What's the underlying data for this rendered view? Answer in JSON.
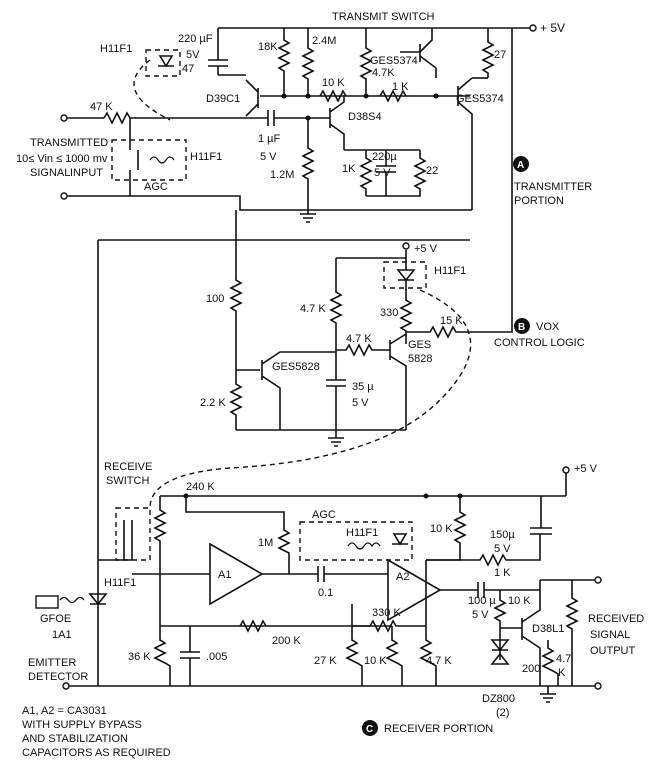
{
  "labels": {
    "transmit_switch": "TRANSMIT SWITCH",
    "supply_top": "+ 5V",
    "h11f1_a": "H11F1",
    "c220uf": "220 µF",
    "c220uf_v": "5V",
    "r47a": "47",
    "r18k": "18K",
    "r24m": "2.4M",
    "q_ges5374_a": "GES5374",
    "r4_7k_a": "4.7K",
    "r27": "27",
    "q_d39c1": "D39C1",
    "r10k_a": "10 K",
    "r1k_a": "1 K",
    "q_ges5374_b": "GES5374",
    "r47k": "47 K",
    "q_d38s4": "D38S4",
    "transmitted": "TRANSMITTED",
    "vin_range": "10≤ Vin ≤ 1000 mv",
    "signal": "SIGNAL",
    "input": "INPUT",
    "h11f1_b": "H11F1",
    "c1uf": "1 µF",
    "c1uf_v": "5 V",
    "r1_2m": "1.2M",
    "r1k_b": "1K",
    "c220u": "220µ",
    "c220u_v": "5 V",
    "r22": "22",
    "agc_a": "AGC",
    "badge_a": "A",
    "transmitter": "TRANSMITTER",
    "portion": "PORTION",
    "supply_vox": "+5 V",
    "h11f1_c": "H11F1",
    "r100": "100",
    "r4_7k_b": "4.7 K",
    "r330": "330",
    "r15k": "15 K",
    "badge_b": "B",
    "vox": "VOX",
    "control_logic": "CONTROL LOGIC",
    "r4_7k_c": "4.7 K",
    "q_ges5828_a": "GES5828",
    "q_ges": "GES",
    "q_5828": "5828",
    "c35u": "35 µ",
    "c35u_v": "5 V",
    "r2_2k": "2.2 K",
    "receive": "RECEIVE",
    "switch": "SWITCH",
    "supply_rx": "+5 V",
    "r240k": "240 K",
    "agc_b": "AGC",
    "r1m": "1M",
    "h11f1_d": "H11F1",
    "r10k_b": "10 K",
    "c150u": "150µ",
    "c150u_v": "5 V",
    "r1k_c": "1 K",
    "h11f1_e": "H11F1",
    "a1": "A1",
    "a2": "A2",
    "c01": "0.1",
    "c100u": "100 µ",
    "c100u_v": "5 V",
    "r10k_c": "10 K",
    "gfoe": "GFOE",
    "gfoe_1a1": "1A1",
    "r330k": "330 K",
    "q_d38l1": "D38L1",
    "received": "RECEIVED",
    "signal_rx": "SIGNAL",
    "output": "OUTPUT",
    "r36k": "36 K",
    "c005": ".005",
    "r200k": "200 K",
    "r27k": "27 K",
    "r10k_d": "10 K",
    "r4_7k_d": "4.7 K",
    "r200": "200",
    "r4_7": "4.7",
    "r_k": "K",
    "emitter": "EMITTER",
    "detector": "DETECTOR",
    "dz800": "DZ800",
    "dz800_n": "(2)",
    "note1": "A1, A2 = CA3031",
    "note2": "WITH SUPPLY BYPASS",
    "note3": "AND STABILIZATION",
    "note4": "CAPACITORS AS REQUIRED",
    "badge_c": "C",
    "receiver_portion": "RECEIVER PORTION"
  }
}
